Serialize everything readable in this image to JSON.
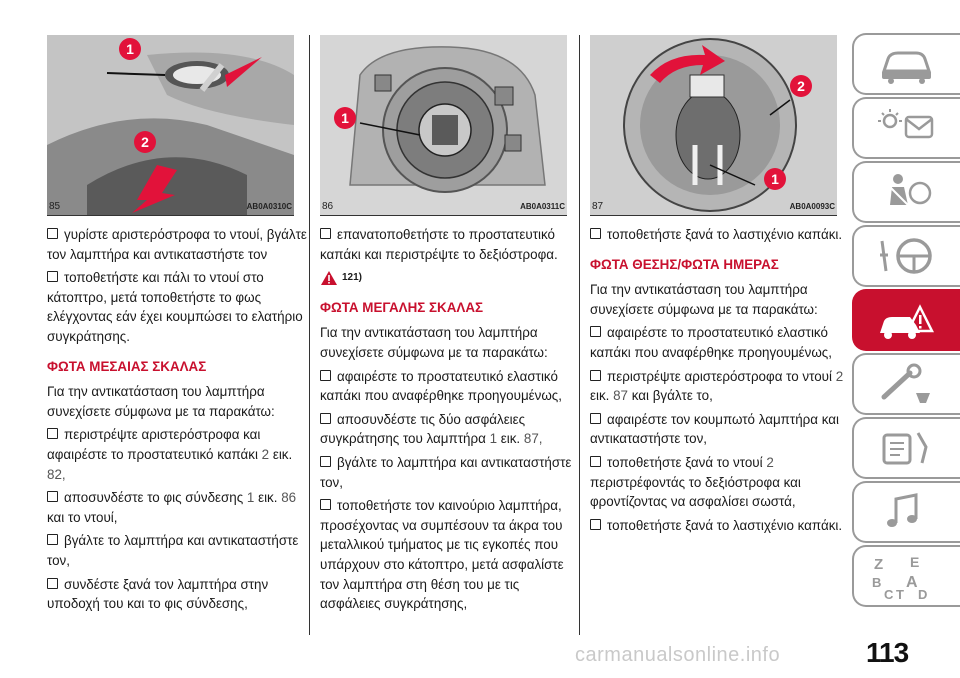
{
  "figures": [
    {
      "num": "85",
      "code": "AB0A0310C",
      "callouts": [
        "1",
        "2"
      ]
    },
    {
      "num": "86",
      "code": "AB0A0311C",
      "callouts": [
        "1"
      ]
    },
    {
      "num": "87",
      "code": "AB0A0093C",
      "callouts": [
        "2",
        "1"
      ]
    }
  ],
  "col1": {
    "p1": "γυρίστε αριστερόστροφα το ντουί, βγάλτε τον λαμπτήρα και αντικαταστήστε τον",
    "p2": "τοποθετήστε και πάλι το ντουί στο κάτοπτρο, μετά τοποθετήστε το φως ελέγχοντας εάν έχει κουμπώσει το ελατήριο συγκράτησης.",
    "heading": "ΦΩΤΑ ΜΕΣΑΙΑΣ ΣΚΑΛΑΣ",
    "intro": "Για την αντικατάσταση του λαμπτήρα συνεχίσετε σύμφωνα με τα παρακάτω:",
    "s1a": "περιστρέψτε αριστερόστροφα και αφαιρέστε το προστατευτικό καπάκι",
    "s1ref": "2",
    "s1b": "εικ.",
    "s1ref2": "82,",
    "s2a": "αποσυνδέστε το φις σύνδεσης",
    "s2ref": "1",
    "s2b": "εικ.",
    "s2ref2": "86",
    "s2c": "και το ντουί,",
    "s3": "βγάλτε το λαμπτήρα και αντικαταστήστε τον,",
    "s4": "συνδέστε ξανά τον λαμπτήρα στην υποδοχή του και το φις σύνδεσης,"
  },
  "col2": {
    "p1": "επανατοποθετήστε το προστατευτικό καπάκι και περιστρέψτε το δεξιόστροφα.",
    "warn": "121)",
    "heading": "ΦΩΤΑ ΜΕΓΑΛΗΣ ΣΚΑΛΑΣ",
    "intro": "Για την αντικατάσταση του λαμπτήρα συνεχίσετε σύμφωνα με τα παρακάτω:",
    "s1": "αφαιρέστε το προστατευτικό ελαστικό καπάκι που αναφέρθηκε προηγουμένως,",
    "s2a": "αποσυνδέστε τις δύο ασφάλειες συγκράτησης του λαμπτήρα",
    "s2ref": "1",
    "s2b": "εικ.",
    "s2ref2": "87,",
    "s3": "βγάλτε το λαμπτήρα και αντικαταστήστε τον,",
    "s4": "τοποθετήστε τον καινούριο λαμπτήρα, προσέχοντας να συμπέσουν τα άκρα του μεταλλικού τμήματος με τις εγκοπές που υπάρχουν στο κάτοπτρο, μετά ασφαλίστε τον λαμπτήρα στη θέση του με τις ασφάλειες συγκράτησης,"
  },
  "col3": {
    "p1": "τοποθετήστε ξανά το λαστιχένιο καπάκι.",
    "heading": "ΦΩΤΑ ΘΕΣΗΣ/ΦΩΤΑ ΗΜΕΡΑΣ",
    "intro": "Για την αντικατάσταση του λαμπτήρα συνεχίσετε σύμφωνα με τα παρακάτω:",
    "s1": "αφαιρέστε το προστατευτικό ελαστικό καπάκι που αναφέρθηκε προηγουμένως,",
    "s2a": "περιστρέψτε αριστερόστροφα το ντουί",
    "s2ref": "2",
    "s2b": "εικ.",
    "s2ref2": "87",
    "s2c": "και βγάλτε το,",
    "s3": "αφαιρέστε τον κουμπωτό λαμπτήρα και αντικαταστήστε τον,",
    "s4a": "τοποθετήστε ξανά το ντουί",
    "s4ref": "2",
    "s4b": "περιστρέφοντάς το δεξιόστροφα και φροντίζοντας να ασφαλίσει σωστά,",
    "s5": "τοποθετήστε ξανά το λαστιχένιο καπάκι."
  },
  "sidebar": {
    "tabs": [
      {
        "icon": "car-dashboard-icon"
      },
      {
        "icon": "warning-lights-icon"
      },
      {
        "icon": "seatbelt-airbag-icon"
      },
      {
        "icon": "steering-wheel-icon"
      },
      {
        "icon": "breakdown-icon",
        "active": true
      },
      {
        "icon": "maintenance-icon"
      },
      {
        "icon": "technical-data-icon"
      },
      {
        "icon": "multimedia-icon"
      },
      {
        "icon": "index-icon"
      }
    ],
    "index_letters": [
      "Z",
      "E",
      "B",
      "A",
      "C",
      "T",
      "D"
    ]
  },
  "page_number": "113",
  "watermark": "carmanualsonline.info",
  "colors": {
    "accent": "#c8102e",
    "callout": "#e2123a",
    "tab_border": "#9a9a9a"
  }
}
